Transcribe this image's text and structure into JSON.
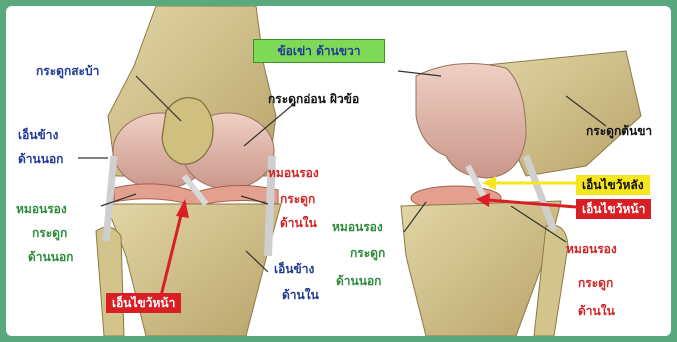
{
  "title": "ข้อเข่า ด้านขวา",
  "labels": {
    "patella": "กระดูกสะบ้า",
    "articular_cartilage": "กระดูกอ่อน ผิวข้อ",
    "lcl_line1": "เอ็นข้าง",
    "lcl_line2": "ด้านนอก",
    "lat_meniscus_left_1": "หมอนรอง",
    "lat_meniscus_left_2": "กระดูก",
    "lat_meniscus_left_3": "ด้านนอก",
    "med_meniscus_center_1": "หมอนรอง",
    "med_meniscus_center_2": "กระดูก",
    "med_meniscus_center_3": "ด้านใน",
    "mcl_line1": "เอ็นข้าง",
    "mcl_line2": "ด้านใน",
    "acl_left": "เอ็นไขว้หน้า",
    "lat_meniscus_right_1": "หมอนรอง",
    "lat_meniscus_right_2": "กระดูก",
    "lat_meniscus_right_3": "ด้านนอก",
    "femur": "กระดูกต้นขา",
    "pcl_right": "เอ็นไขว้หลัง",
    "acl_right": "เอ็นไขว้หน้า",
    "med_meniscus_right_1": "หมอนรอง",
    "med_meniscus_right_2": "กระดูก",
    "med_meniscus_right_3": "ด้านใน"
  },
  "colors": {
    "frame": "#5aa87e",
    "title_bg": "#7ed957",
    "blue_text": "#1f3a93",
    "green_text": "#2e8b3e",
    "red_text": "#d22525",
    "pcl_tag": "#f5e61e",
    "acl_tag": "#d81f26"
  }
}
